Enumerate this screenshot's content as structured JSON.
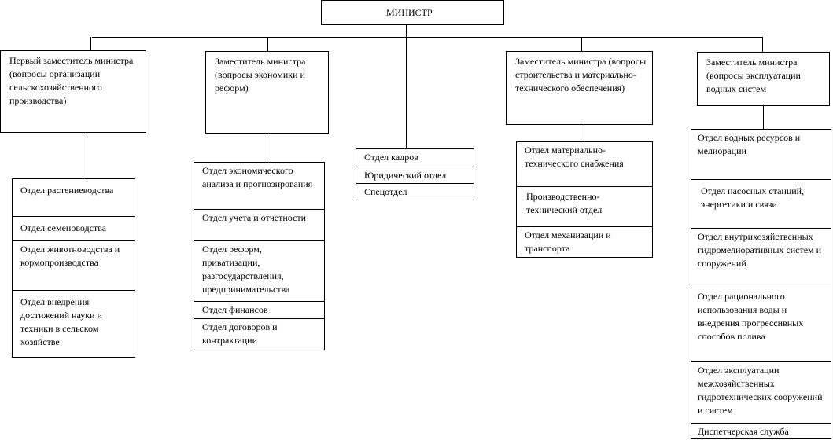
{
  "minister": "МИНИСТР",
  "deputies": [
    {
      "label": "Первый заместитель министра (вопросы организации сельскохозяйственного производства)",
      "departments": [
        "Отдел растениеводства",
        "Отдел семеноводства",
        "Отдел животноводства и кормопроизводства",
        "Отдел внедрения достижений науки и техники в сельском хозяйстве"
      ]
    },
    {
      "label": "Заместитель министра (вопросы экономики и реформ)",
      "departments": [
        "Отдел экономического анализа и прогнозирования",
        "Отдел учета и отчетности",
        "Отдел реформ, приватизации, разгосударствления, предпринимательства",
        "Отдел финансов",
        "Отдел договоров и контрактации"
      ]
    },
    {
      "label": "Заместитель министра (вопросы строительства и материально-технического обеспечения)",
      "departments": [
        "Отдел материально-технического снабжения",
        "Производственно-технический отдел",
        "Отдел механизации и транспорта"
      ]
    },
    {
      "label": "Заместитель министра (вопросы эксплуатации водных систем",
      "departments": [
        "Отдел водных ресурсов и мелиорации",
        "Отдел насосных станций, энергетики и связи",
        "Отдел внутрихозяйственных гидромелиоративных систем и сооружений",
        "Отдел рационального использования воды и внедрения прогрессивных способов полива",
        "Отдел эксплуатации межхозяйственных гидротехнических сооружений и систем",
        "Диспетчерская служба"
      ]
    }
  ],
  "direct_departments": [
    "Отдел кадров",
    "Юридический отдел",
    "Спецотдел"
  ]
}
